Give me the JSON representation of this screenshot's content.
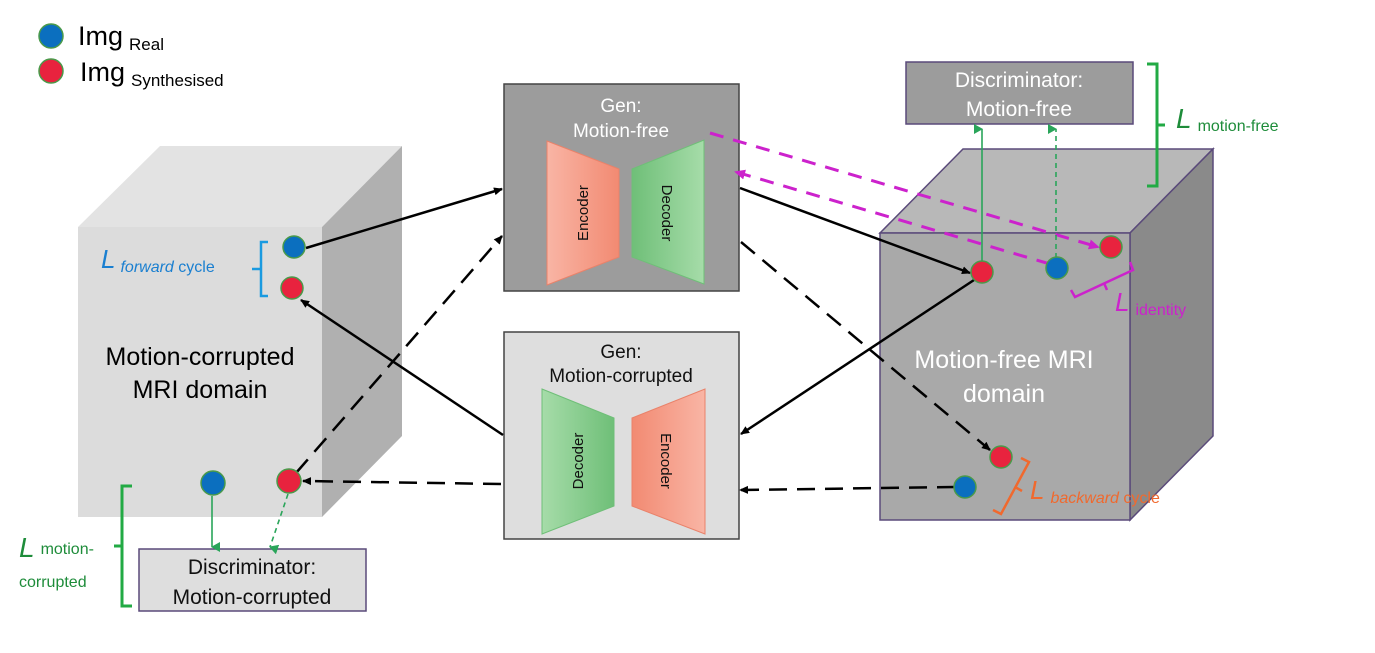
{
  "legend": {
    "real": {
      "label": "Img",
      "sub": "Real",
      "color": "#0b6fbf"
    },
    "synth": {
      "label": "Img",
      "sub": "Synthesised",
      "color": "#e8233e"
    }
  },
  "domains": {
    "corrupted": {
      "line1": "Motion-corrupted",
      "line2": "MRI domain"
    },
    "free": {
      "line1": "Motion-free MRI",
      "line2": "domain"
    }
  },
  "generators": {
    "free": {
      "title1": "Gen:",
      "title2": "Motion-free",
      "block1": "Encoder",
      "block2": "Decoder"
    },
    "corrupted": {
      "title1": "Gen:",
      "title2": "Motion-corrupted",
      "block1": "Decoder",
      "block2": "Encoder"
    }
  },
  "discriminators": {
    "free": {
      "line1": "Discriminator:",
      "line2": "Motion-free"
    },
    "corrupted": {
      "line1": "Discriminator:",
      "line2": "Motion-corrupted"
    }
  },
  "losses": {
    "forward": {
      "symbol": "L",
      "sub_italic": "forward",
      "sub": " cycle",
      "color": "#1a7fd0"
    },
    "backward": {
      "symbol": "L",
      "sub_italic": "backward",
      "sub": " cycle",
      "color": "#f0692e"
    },
    "identity": {
      "symbol": "L",
      "sub": "identity",
      "color": "#cc22cc"
    },
    "motion_free": {
      "symbol": "L",
      "sub": "motion-free",
      "color": "#1e8c3a"
    },
    "motion_corrupted": {
      "symbol": "L",
      "sub1": "motion-",
      "sub2": "corrupted",
      "color": "#1e8c3a"
    }
  },
  "colors": {
    "encoder": "#f4907a",
    "decoder": "#82c98a",
    "arrow": "#000000",
    "identity_arrow": "#cc22cc",
    "disc_arrow": "#2aa55a",
    "border": "#5a4a7a"
  }
}
